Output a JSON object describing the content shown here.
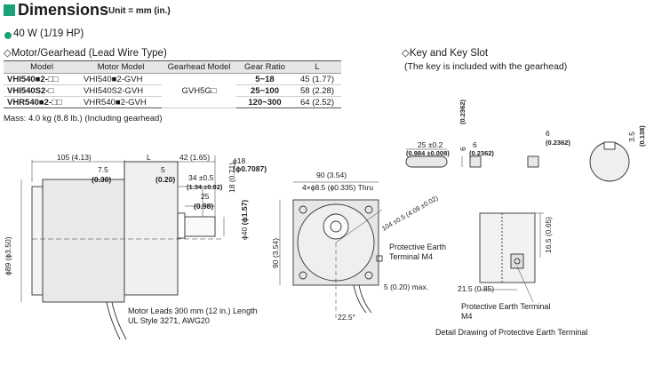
{
  "header": {
    "title": "Dimensions",
    "unit": "Unit = mm (in.)",
    "accent_color": "#1aa37a"
  },
  "power_rating": "40 W (1/19 HP)",
  "section_motor": "◇Motor/Gearhead (Lead Wire Type)",
  "section_key": "◇Key and Key Slot",
  "key_note": "(The key is included with the gearhead)",
  "table": {
    "headers": [
      "Model",
      "Motor Model",
      "Gearhead Model",
      "Gear Ratio",
      "L"
    ],
    "rows": [
      {
        "model": "VHI540■2-□□",
        "motor": "VHI540■2-GVH",
        "ratio": "5~18",
        "L": "45 (1.77)"
      },
      {
        "model": "VHI540S2-□",
        "motor": "VHI540S2-GVH",
        "ratio": "25~100",
        "L": "58 (2.28)"
      },
      {
        "model": "VHR540■2-□□",
        "motor": "VHR540■2-GVH",
        "ratio": "120~300",
        "L": "64 (2.52)"
      }
    ],
    "gearhead": "GVH5G□"
  },
  "mass": "Mass: 4.0 kg (8.8 lb.) (Including gearhead)",
  "labels": {
    "leads": "Motor Leads 300 mm (12 in.) Length",
    "ul": "UL Style 3271, AWG20",
    "pe1": "Protective Earth",
    "pe1b": "Terminal M4",
    "pe2": "Protective Earth Terminal",
    "pe2b": "M4",
    "detail": "Detail Drawing of Protective Earth Terminal"
  },
  "dims": {
    "d105": "105 (4.13)",
    "dL": "L",
    "d42": "42 (1.65)",
    "d75": "7.5",
    "d030": "(0.30)",
    "d5": "5",
    "d020": "(0.20)",
    "d34": "34 ±0.5",
    "d134": "(1.34 ±0.02)",
    "d25": "25",
    "d098": "(0.98)",
    "d18": "18 (0.71)",
    "d40": "ϕ40",
    "d157": "(ϕ1.57)",
    "d89": "ϕ89 (ϕ3.50)",
    "dshaft": "ϕ18",
    "dshaftin": "(ϕ0.7087)",
    "d90": "90 (3.54)",
    "d90v": "90 (3.54)",
    "dhole": "4×ϕ8.5 (ϕ0.335) Thru",
    "dpcd": "104 ±0.5 (4.09 ±0.02)",
    "d5max": "5 (0.20) max.",
    "dang": "22.5°",
    "dk25": "25 ±0.2",
    "dk984": "(0.984 ±0.008)",
    "dk6": "6",
    "dk2362": "(0.2362)",
    "dk6v": "6",
    "dk2362v": "(0.2362)",
    "dk6b": "6",
    "dk2362b": "(0.2362)",
    "dk35": "3.5",
    "dk138": "(0.138)",
    "d165": "16.5 (0.65)",
    "d215": "21.5 (0.85)"
  }
}
